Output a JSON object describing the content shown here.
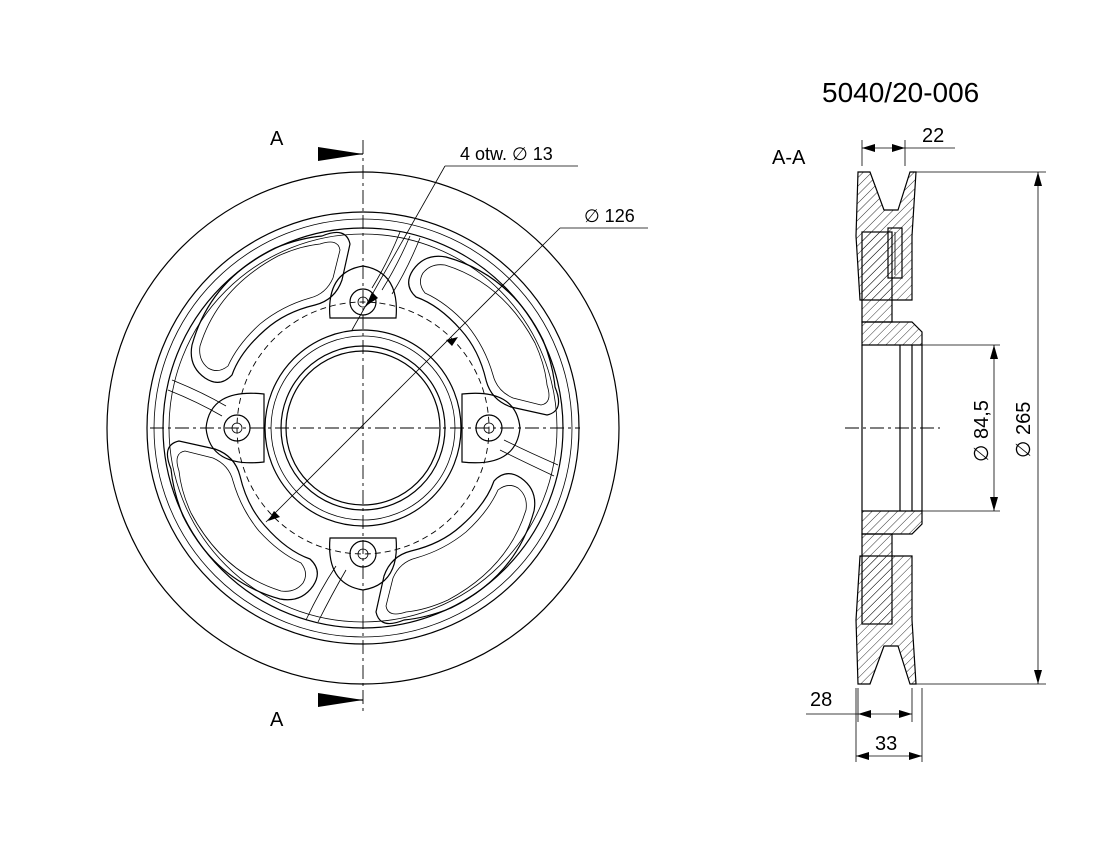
{
  "drawing_number": "5040/20-006",
  "section_view_label": "A-A",
  "cut_marker_label_top": "A",
  "cut_marker_label_bottom": "A",
  "holes_annotation": "4 otw. ∅ 13",
  "bolt_circle_annotation": "∅ 126",
  "dim_hub_width_top": "22",
  "dim_bore_diameter": "∅ 84,5",
  "dim_outer_diameter": "∅ 265",
  "dim_hub_width_bottom": "28",
  "dim_total_width": "33"
}
